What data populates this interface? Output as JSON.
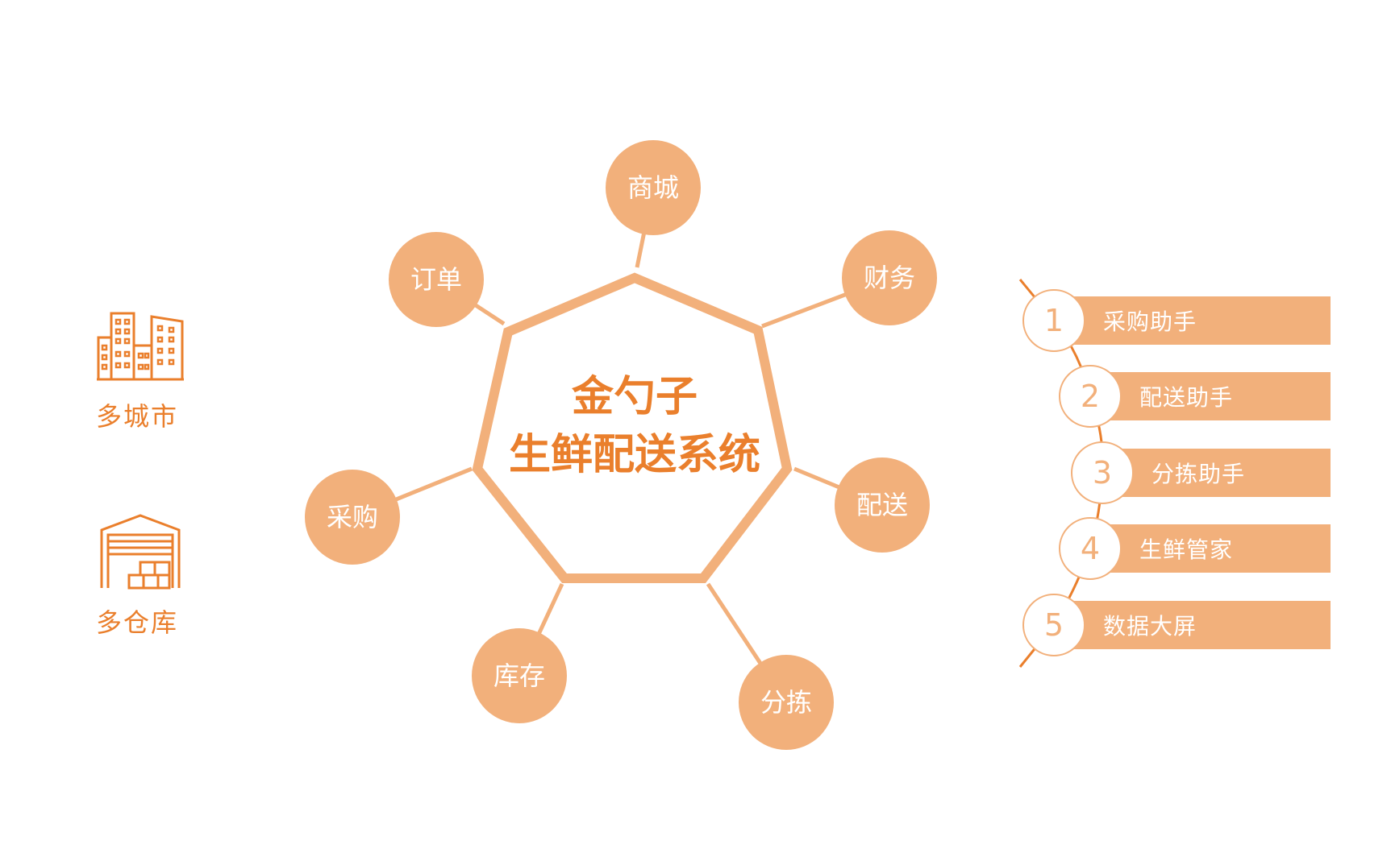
{
  "colors": {
    "accent": "#f2b07b",
    "brand": "#ea7f2c",
    "node_text": "#ffffff"
  },
  "left_panel": {
    "items": [
      {
        "icon": "buildings-icon",
        "label": "多城市"
      },
      {
        "icon": "warehouse-icon",
        "label": "多仓库"
      }
    ]
  },
  "hub": {
    "title_line1": "金勺子",
    "title_line2": "生鲜配送系统",
    "nodes": [
      "商城",
      "财务",
      "配送",
      "分拣",
      "库存",
      "采购",
      "订单"
    ]
  },
  "steps": [
    {
      "number": "1",
      "label": "采购助手"
    },
    {
      "number": "2",
      "label": "配送助手"
    },
    {
      "number": "3",
      "label": "分拣助手"
    },
    {
      "number": "4",
      "label": "生鲜管家"
    },
    {
      "number": "5",
      "label": "数据大屏"
    }
  ]
}
